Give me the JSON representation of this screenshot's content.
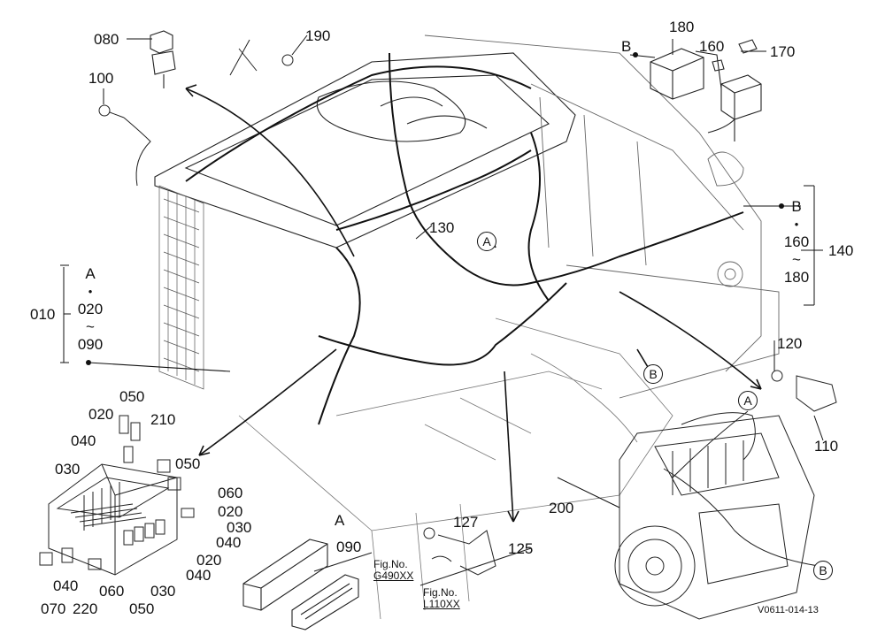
{
  "part_labels": {
    "p080": "080",
    "p190": "190",
    "p100": "100",
    "p180": "180",
    "p160": "160",
    "p170": "170",
    "p130": "130",
    "p140": "140",
    "p010": "010",
    "p120": "120",
    "p110": "110",
    "p050a": "050",
    "p020a": "020",
    "p210": "210",
    "p040a": "040",
    "p030a": "030",
    "p050b": "050",
    "p060a": "060",
    "p020b": "020",
    "p030b": "030",
    "p040b": "040",
    "p020c": "020",
    "p040c": "040",
    "p070": "070",
    "p040d": "040",
    "p220": "220",
    "p060b": "060",
    "p050c": "050",
    "p030c": "030",
    "p090": "090",
    "p127": "127",
    "p125": "125",
    "p200": "200"
  },
  "callouts": {
    "a_main": "A",
    "a_bottom": "A",
    "a_engine": "A",
    "b_box": "B",
    "b_harness": "B",
    "b_engine": "B"
  },
  "range_left": {
    "letter": "A",
    "sep": "•",
    "from": "020",
    "tilde": "~",
    "to": "090"
  },
  "range_right": {
    "letter": "B",
    "sep": "•",
    "from": "160",
    "tilde": "~",
    "to": "180"
  },
  "fig_refs": [
    {
      "title": "Fig.No.",
      "number": "G490XX"
    },
    {
      "title": "Fig.No.",
      "number": "L110XX"
    }
  ],
  "drawing_code": "V0611-014-13"
}
